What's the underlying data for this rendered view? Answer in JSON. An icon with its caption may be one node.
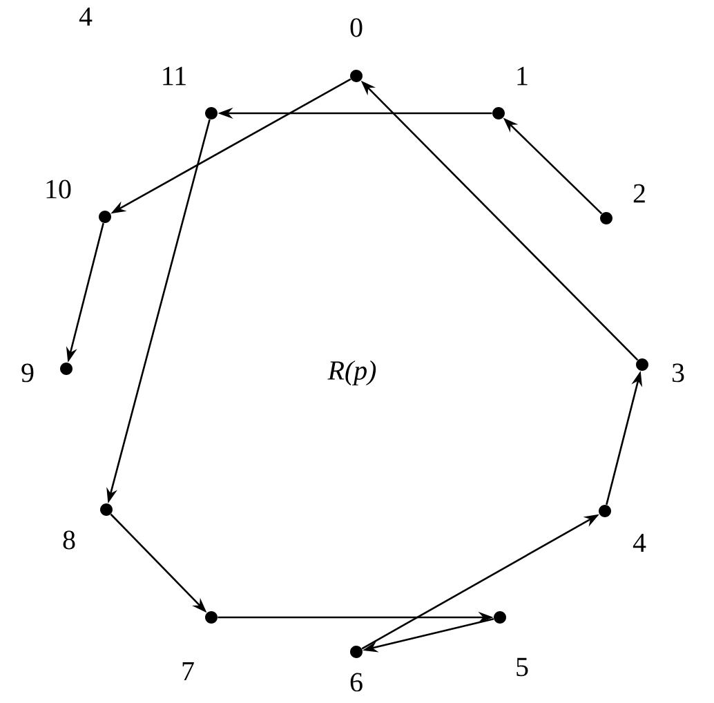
{
  "diagram": {
    "nodes": [
      {
        "text": [
          "0"
        ]
      },
      {
        "text": [
          "1"
        ]
      },
      {
        "text": [
          "2"
        ]
      },
      {
        "text": [
          "3"
        ]
      },
      {
        "text": [
          "4"
        ]
      },
      {
        "text": [
          "5"
        ]
      },
      {
        "text": [
          "6"
        ]
      },
      {
        "text": [
          "7"
        ]
      },
      {
        "text": [
          "8"
        ]
      },
      {
        "text": [
          "9"
        ]
      },
      {
        "text": [
          "10"
        ]
      },
      {
        "text": [
          "11"
        ]
      }
    ],
    "edges": [
      {
        "from": 2,
        "to": 1,
        "arrow": "to"
      },
      {
        "from": 1,
        "to": 11,
        "arrow": "to"
      },
      {
        "from": 11,
        "to": 8,
        "arrow": "to"
      },
      {
        "from": 8,
        "to": 7,
        "arrow": "to"
      },
      {
        "from": 7,
        "to": 5,
        "arrow": "to"
      },
      {
        "from": 5,
        "to": 6,
        "arrow": "to"
      },
      {
        "from": 6,
        "to": 4,
        "arrow": "to"
      },
      {
        "from": 4,
        "to": 3,
        "arrow": "to"
      },
      {
        "from": 3,
        "to": 0,
        "arrow": "to"
      },
      {
        "from": 0,
        "to": 10,
        "arrow": "to"
      },
      {
        "from": 10,
        "to": 9,
        "arrow": "to"
      }
    ],
    "labels": [
      "4",
      "R(p)"
    ]
  }
}
